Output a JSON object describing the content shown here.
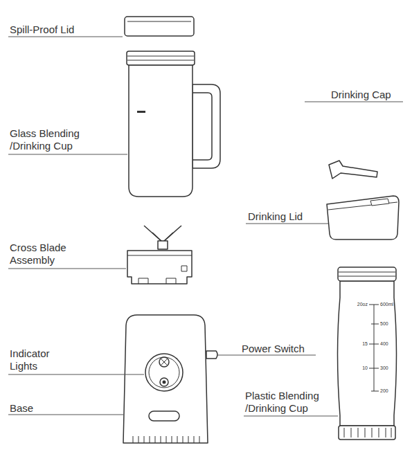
{
  "diagram": {
    "labels": [
      "Spill-Proof Lid",
      "Drinking Cap",
      "Glass Blending /Drinking Cup",
      "Drinking Lid",
      "Cross Blade Assembly",
      "20oz",
      "600ml",
      "500",
      "15",
      "400",
      "10",
      "300",
      "200",
      "Power Switch",
      "Indicator Lights",
      "Base",
      "Plastic Blending /Drinking Cup"
    ]
  }
}
